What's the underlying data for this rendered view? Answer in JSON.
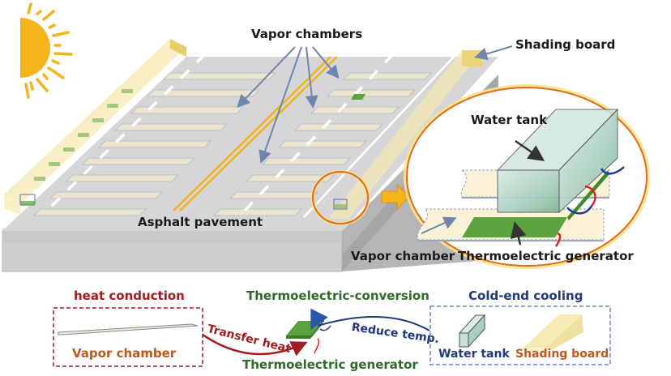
{
  "figure": {
    "top_labels": {
      "vapor_chambers": "Vapor chambers",
      "shading_board": "Shading board",
      "asphalt_pavement": "Asphalt pavement",
      "water_tank": "Water tank",
      "vapor_chamber": "Vapor chamber",
      "thermoelectric_generator": "Thermoelectric generator"
    },
    "bottom_panel": {
      "heat_conduction": {
        "title": "heat conduction",
        "item_label": "Vapor chamber"
      },
      "transfer_heat": "Transfer heat",
      "thermoelectric_conversion": {
        "title": "Thermoelectric-conversion",
        "item_label": "Thermoelectric generator"
      },
      "reduce_temp": "Reduce temp.",
      "cold_end_cooling": {
        "title": "Cold-end cooling",
        "items": [
          "Water tank",
          "Shading board"
        ]
      }
    },
    "colors": {
      "sun": "#f5b31c",
      "pavement": "#d4d4d6",
      "pavement_dark": "#a9a9ab",
      "vapor_chamber": "#ece6cf",
      "lane_yellow": "#f2b519",
      "shading_board": "#f1dc8e",
      "teg_green": "#5aa33f",
      "callout_orange": "#e26a1c",
      "arrow_blue": "#6e86ad",
      "heat_red": "#a01c22",
      "cool_navy": "#1f3a7a"
    }
  }
}
